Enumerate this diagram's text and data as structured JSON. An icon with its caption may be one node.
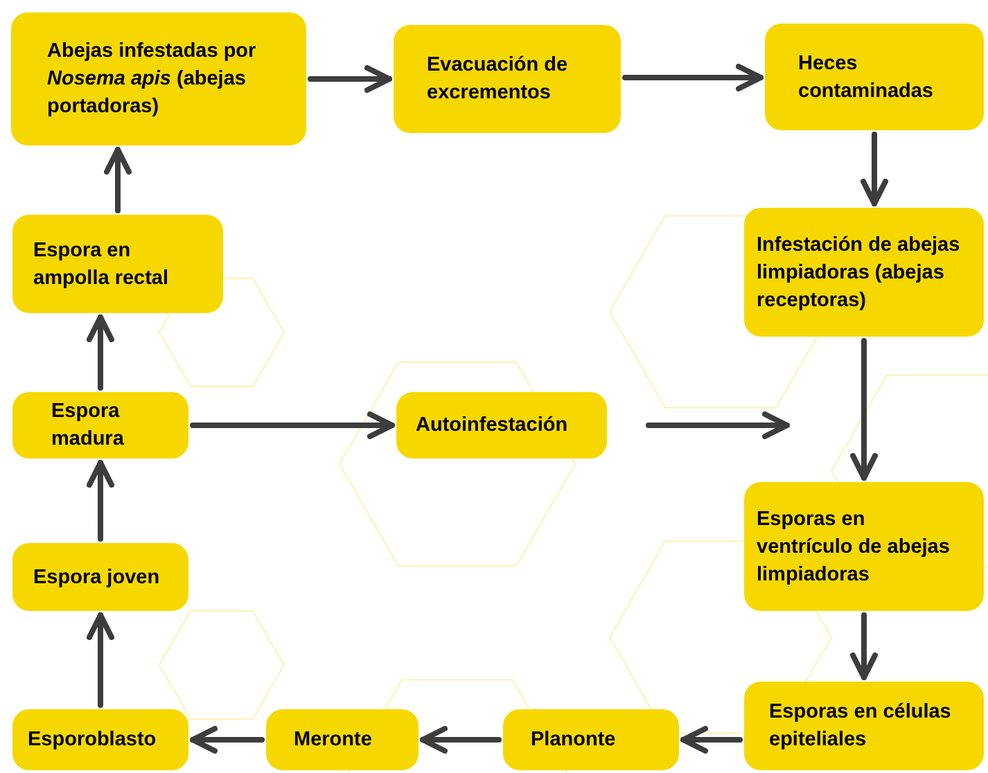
{
  "diagram": {
    "nodes": [
      {
        "text": [
          "Abejas infestadas por *Nosema apis* (abejas portadoras)"
        ]
      },
      {
        "text": [
          "Evacuación de excrementos"
        ]
      },
      {
        "text": [
          "Heces contaminadas"
        ]
      },
      {
        "text": [
          "Infestación de abejas limpiadoras (abejas receptoras)"
        ]
      },
      {
        "text": [
          "Autoinfestación"
        ]
      },
      {
        "text": [
          "Esporas en ventrículo de abejas limpiadoras"
        ]
      },
      {
        "text": [
          "Esporas en células epiteliales"
        ]
      },
      {
        "text": [
          "Planonte"
        ]
      },
      {
        "text": [
          "Meronte"
        ]
      },
      {
        "text": [
          "Esporoblasto"
        ]
      },
      {
        "text": [
          "Espora joven"
        ]
      },
      {
        "text": [
          "Espora madura"
        ]
      },
      {
        "text": [
          "Espora en ampolla rectal"
        ]
      }
    ],
    "edges": [
      {
        "from": 0,
        "to": 1,
        "arrow": "to"
      },
      {
        "from": 1,
        "to": 2,
        "arrow": "to"
      },
      {
        "from": 2,
        "to": 3,
        "arrow": "to"
      },
      {
        "from": 3,
        "to": 5,
        "arrow": "to"
      },
      {
        "from": 5,
        "to": 6,
        "arrow": "to"
      },
      {
        "from": 6,
        "to": 7,
        "arrow": "to"
      },
      {
        "from": 7,
        "to": 8,
        "arrow": "to"
      },
      {
        "from": 8,
        "to": 9,
        "arrow": "to"
      },
      {
        "from": 9,
        "to": 10,
        "arrow": "to"
      },
      {
        "from": 10,
        "to": 11,
        "arrow": "to"
      },
      {
        "from": 11,
        "to": 4,
        "arrow": "to"
      },
      {
        "from": 4,
        "to": null,
        "arrow": "to"
      },
      {
        "from": 11,
        "to": 12,
        "arrow": "to"
      },
      {
        "from": 12,
        "to": 0,
        "arrow": "to"
      }
    ]
  }
}
